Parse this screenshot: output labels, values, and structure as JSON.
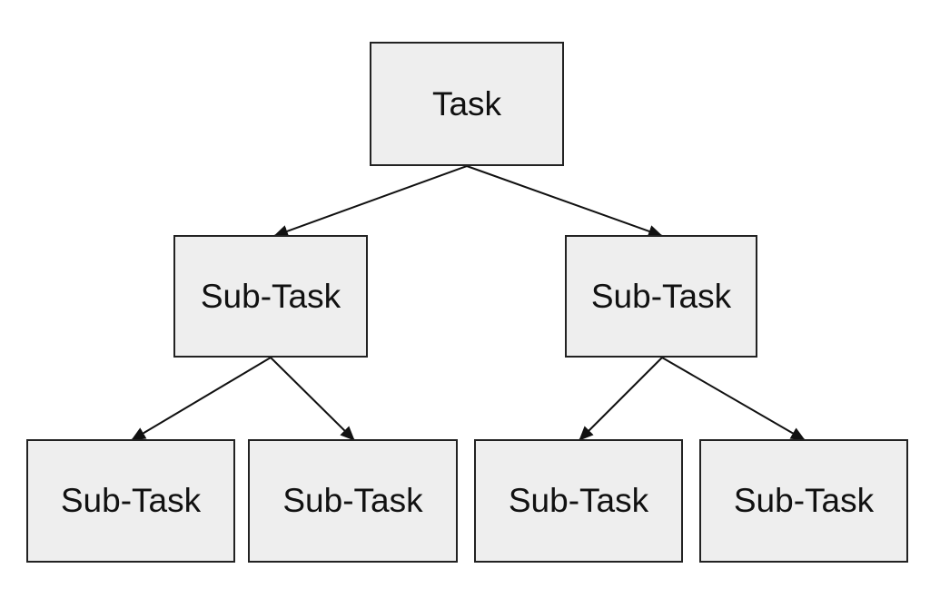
{
  "diagram": {
    "line_color": "#111111",
    "box_fill": "#eeeeee",
    "box_border": "#222222",
    "nodes": {
      "root": {
        "label": "Task"
      },
      "left_subtask": {
        "label": "Sub-Task"
      },
      "right_subtask": {
        "label": "Sub-Task"
      },
      "left_left_subtask": {
        "label": "Sub-Task"
      },
      "left_right_subtask": {
        "label": "Sub-Task"
      },
      "right_left_subtask": {
        "label": "Sub-Task"
      },
      "right_right_subtask": {
        "label": "Sub-Task"
      }
    },
    "edges": [
      {
        "from": "root",
        "to": "left_subtask"
      },
      {
        "from": "root",
        "to": "right_subtask"
      },
      {
        "from": "left_subtask",
        "to": "left_left_subtask"
      },
      {
        "from": "left_subtask",
        "to": "left_right_subtask"
      },
      {
        "from": "right_subtask",
        "to": "right_left_subtask"
      },
      {
        "from": "right_subtask",
        "to": "right_right_subtask"
      }
    ]
  }
}
